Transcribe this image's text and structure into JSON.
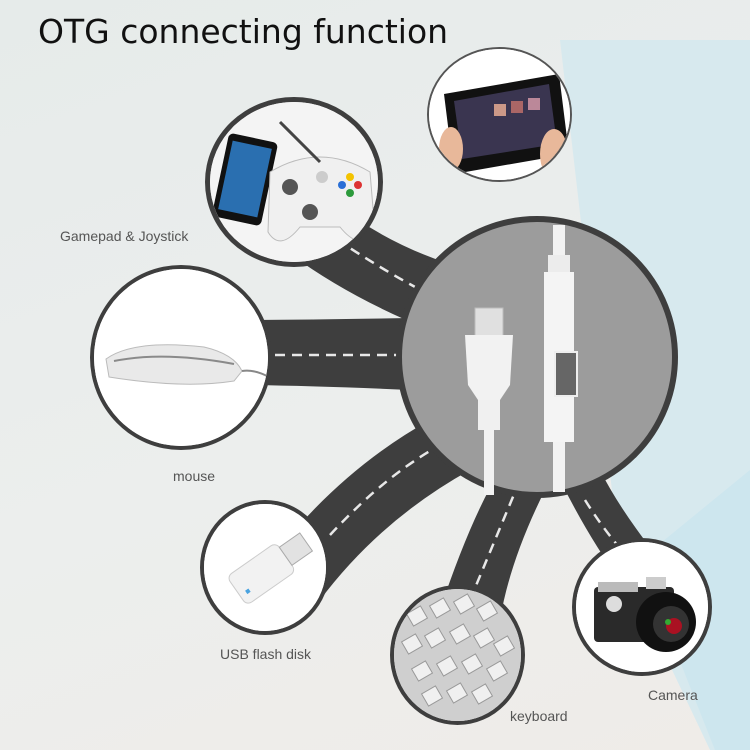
{
  "title": "OTG connecting function",
  "hub": {
    "name": "OTG cable with micro USB plug and USB-A female port"
  },
  "devices": [
    {
      "id": "tablet",
      "label": ""
    },
    {
      "id": "gamepad",
      "label": "Gamepad & Joystick"
    },
    {
      "id": "mouse",
      "label": "mouse"
    },
    {
      "id": "usb-flash-disk",
      "label": "USB flash disk"
    },
    {
      "id": "keyboard",
      "label": "keyboard"
    },
    {
      "id": "camera",
      "label": "Camera"
    }
  ],
  "colors": {
    "road": "#3d3d3d",
    "hub": "#9c9c9c",
    "accent_bg": "#cfe6ec",
    "text": "#555555"
  }
}
